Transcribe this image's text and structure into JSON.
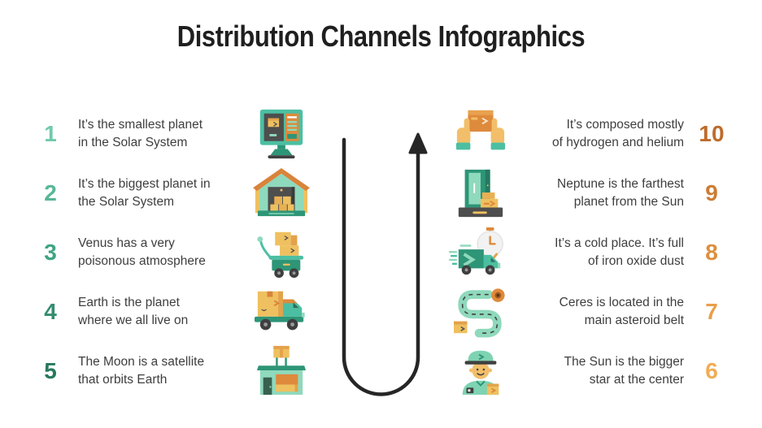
{
  "title": "Distribution Channels Infographics",
  "colors": {
    "title": "#1f1f1f",
    "body_text": "#3e3e3e",
    "arrow": "#262626",
    "teal_accent": "#2e9577",
    "orange_accent": "#de8a3c"
  },
  "left_items": [
    {
      "number": "1",
      "text": "It’s the smallest planet\nin the Solar System",
      "number_color": "#6fcbaa",
      "icon": "online-store-monitor-icon"
    },
    {
      "number": "2",
      "text": "It’s the biggest planet in\nthe Solar System",
      "number_color": "#57b795",
      "icon": "warehouse-icon"
    },
    {
      "number": "3",
      "text": "Venus has a very\npoisonous atmosphere",
      "number_color": "#40a483",
      "icon": "trolley-boxes-icon"
    },
    {
      "number": "4",
      "text": "Earth is the planet\nwhere we all live on",
      "number_color": "#338d70",
      "icon": "cargo-truck-icon"
    },
    {
      "number": "5",
      "text": "The Moon is a satellite\nthat orbits Earth",
      "number_color": "#27795d",
      "icon": "storefront-icon"
    }
  ],
  "right_items": [
    {
      "number": "10",
      "text": "It’s composed mostly\nof hydrogen and helium",
      "number_color": "#be6c2c",
      "icon": "hands-holding-box-icon"
    },
    {
      "number": "9",
      "text": "Neptune is the farthest\nplanet from the Sun",
      "number_color": "#cc7c34",
      "icon": "door-delivery-icon"
    },
    {
      "number": "8",
      "text": "It’s a cold place. It’s full\nof iron oxide dust",
      "number_color": "#dd8f3e",
      "icon": "express-delivery-truck-icon"
    },
    {
      "number": "7",
      "text": "Ceres is located in the\nmain asteroid belt",
      "number_color": "#e89f48",
      "icon": "delivery-route-icon"
    },
    {
      "number": "6",
      "text": "The Sun is the bigger\nstar at the center",
      "number_color": "#f0ad54",
      "icon": "courier-worker-icon"
    }
  ]
}
